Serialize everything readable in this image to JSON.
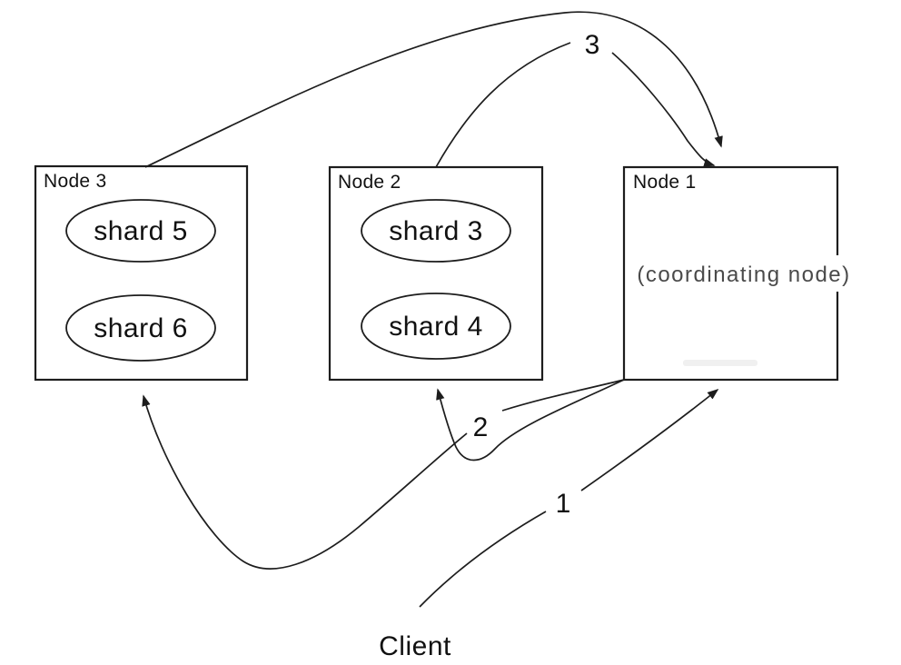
{
  "diagram": {
    "nodes": [
      {
        "label": "Node 3",
        "shards": [
          "shard 5",
          "shard 6"
        ]
      },
      {
        "label": "Node 2",
        "shards": [
          "shard 3",
          "shard 4"
        ]
      },
      {
        "label": "Node 1",
        "role": "(coordinating node)"
      }
    ],
    "arrow_labels": {
      "step1": "1",
      "step2": "2",
      "step3": "3"
    },
    "client_label": "Client",
    "colors": {
      "line": "#1d1d1d",
      "text": "#111111",
      "muted_text": "#4a4a4a",
      "background": "#ffffff"
    }
  }
}
